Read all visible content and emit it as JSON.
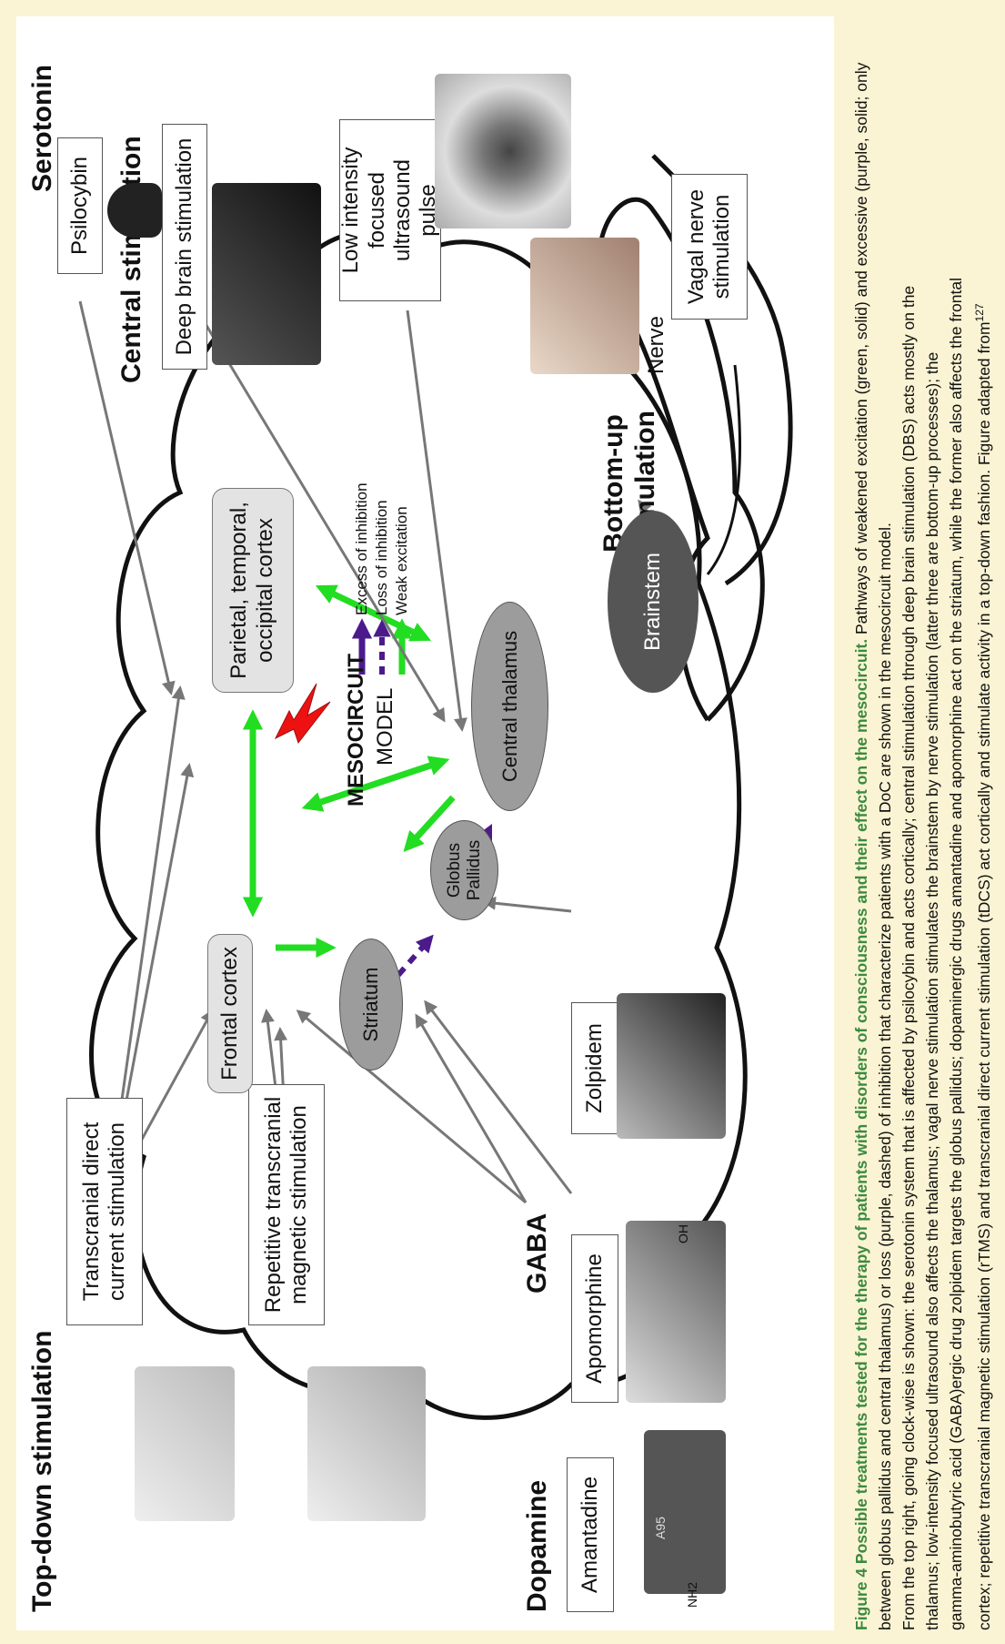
{
  "figure": {
    "headings": {
      "top_down": "Top-down stimulation",
      "central": "Central stimulation",
      "serotonin": "Serotonin",
      "bottom_up": "Bottom-up\nstimulation",
      "dopamine": "Dopamine",
      "gaba": "GABA"
    },
    "boxes": {
      "tdcs": "Transcranial direct\ncurrent stimulation",
      "rtms": "Repetitive transcranial\nmagnetic stimulation",
      "amantadine": "Amantadine",
      "apomorphine": "Apomorphine",
      "zolpidem": "Zolpidem",
      "psilocybin": "Psilocybin",
      "dbs": "Deep brain stimulation",
      "ultrasound": "Low intensity\nfocused ultrasound\npulse",
      "vagal": "Vagal nerve\nstimulation"
    },
    "regions": {
      "frontal": "Frontal cortex",
      "parietal": "Parietal, temporal,\noccipital cortex",
      "striatum": "Striatum",
      "globus": "Globus\nPallidus",
      "thalamus": "Central thalamus",
      "brainstem": "Brainstem"
    },
    "model_label_1": "MESOCIRCUIT",
    "model_label_2": "MODEL",
    "nerve_label": "Nerve",
    "legend": [
      "Excess of inhibition",
      "Loss of inhibition",
      "Weak excitation"
    ],
    "chem_labels": {
      "nh2": "NH2",
      "oh": "OH",
      "pill": "A95"
    },
    "colors": {
      "excitation": "#22dd22",
      "inhibition": "#4b1b8c",
      "pointer": "#777777",
      "lightning": "#ee1111"
    }
  },
  "caption": {
    "lead": "Figure 4 Possible treatments tested for the therapy of patients with disorders of consciousness and their effect on the mesocircuit.",
    "lines": [
      " Pathways of weakened excitation (green, solid) and excessive (purple, solid; only between globus pallidus and central thalamus) or loss (purple, dashed) of inhibition that characterize patients with a DoC are shown in the mesocircuit model.",
      "From the top right, going clock-wise is shown: the serotonin system that is affected by psilocybin and acts cortically; central stimulation through deep brain stimulation (DBS) acts mostly on the",
      "thalamus; low-intensity focused ultrasound also affects the thalamus; vagal nerve stimulation stimulates the brainstem by nerve stimulation (latter three are bottom-up processes); the",
      "gamma-aminobutyric acid (GABA)ergic drug zolpidem targets the globus pallidus; dopaminergic drugs amantadine and apomorphine act on the striatum, while the former also affects the frontal",
      "cortex; repetitive transcranial magnetic stimulation (rTMS) and transcranial direct current stimulation (tDCS) act cortically and stimulate activity in a top-down fashion. Figure adapted from"
    ],
    "ref": "127"
  }
}
